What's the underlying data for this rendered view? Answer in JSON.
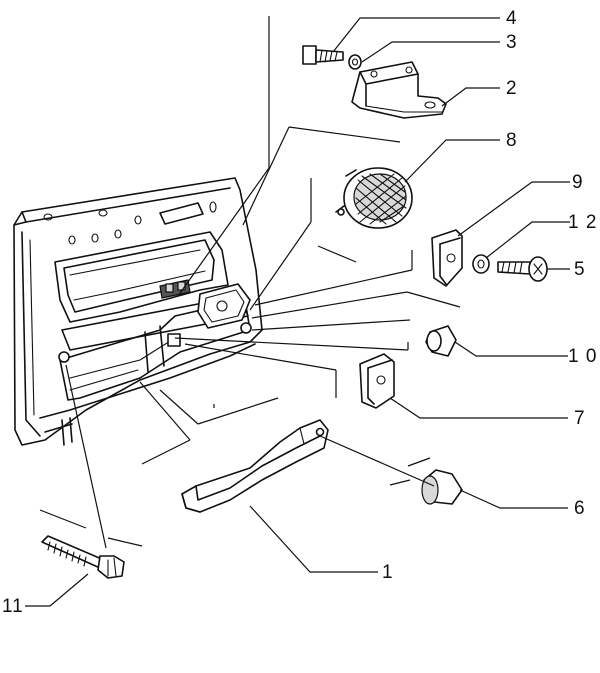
{
  "callouts": {
    "c1": "1",
    "c2": "2",
    "c3": "3",
    "c4": "4",
    "c5": "5",
    "c6": "6",
    "c7": "7",
    "c8": "8",
    "c9": "9",
    "c10": "1 0",
    "c11": "11",
    "c12": "1 2"
  }
}
